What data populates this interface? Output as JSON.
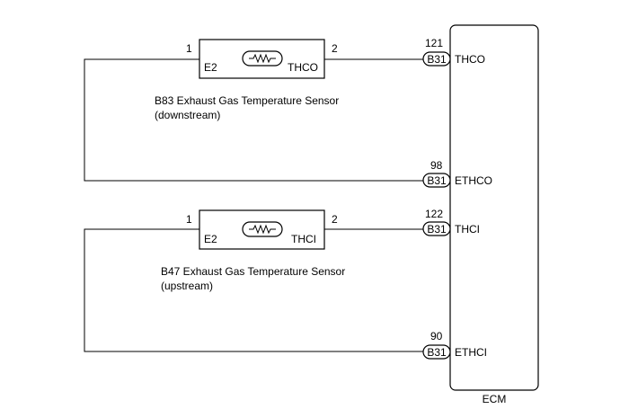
{
  "ecm": {
    "label": "ECM"
  },
  "sensors": [
    {
      "pin_left": "1",
      "pin_right": "2",
      "terminal_left": "E2",
      "terminal_right": "THCO",
      "caption_line1": "B83 Exhaust Gas Temperature Sensor",
      "caption_line2": "(downstream)"
    },
    {
      "pin_left": "1",
      "pin_right": "2",
      "terminal_left": "E2",
      "terminal_right": "THCI",
      "caption_line1": "B47 Exhaust Gas Temperature Sensor",
      "caption_line2": "(upstream)"
    }
  ],
  "ecm_pins": [
    {
      "number": "121",
      "connector": "B31",
      "signal": "THCO"
    },
    {
      "number": "98",
      "connector": "B31",
      "signal": "ETHCO"
    },
    {
      "number": "122",
      "connector": "B31",
      "signal": "THCI"
    },
    {
      "number": "90",
      "connector": "B31",
      "signal": "ETHCI"
    }
  ]
}
